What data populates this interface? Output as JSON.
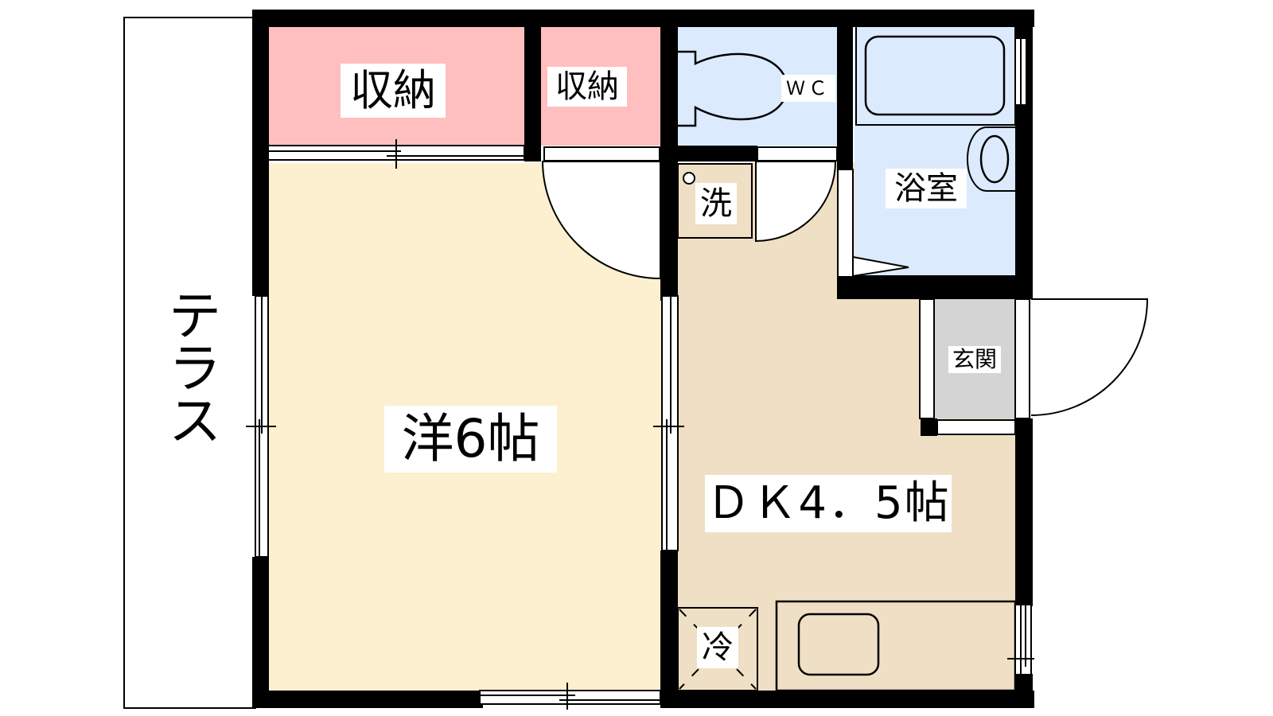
{
  "plan": {
    "title": "Floor plan 1DK",
    "colors": {
      "wall": "#000000",
      "storage": "#ffbfbf",
      "western_room": "#fdf0d1",
      "dk": "#efdfc4",
      "wet_area": "#dbebfd",
      "entrance": "#d4d4d4",
      "terrace": "#ffffff",
      "label_bg": "#ffffff"
    },
    "rooms": {
      "storage_large": {
        "label": "収納"
      },
      "storage_small": {
        "label": "収納"
      },
      "wc": {
        "label": "ＷＣ"
      },
      "bathroom": {
        "label": "浴室"
      },
      "washer": {
        "label": "洗"
      },
      "entrance": {
        "label": "玄関"
      },
      "western_room": {
        "label": "洋6帖"
      },
      "dining_kitchen": {
        "label": "ＤＫ4．5帖"
      },
      "fridge": {
        "label": "冷"
      },
      "terrace": {
        "label": "テラス",
        "chars": [
          "テ",
          "ラ",
          "ス"
        ]
      }
    }
  }
}
